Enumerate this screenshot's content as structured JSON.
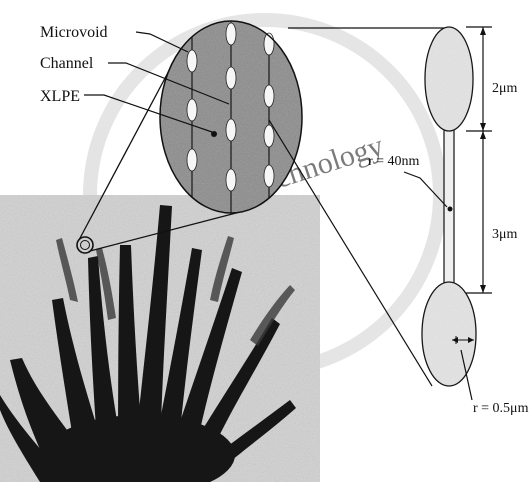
{
  "figure": {
    "labels": {
      "microvoid": "Microvoid",
      "channel": "Channel",
      "xlpe": "XLPE",
      "dim_top": "2μm",
      "dim_mid": "3μm",
      "radius_channel": "r = 40nm",
      "radius_void": "r = 0.5μm"
    },
    "watermark": {
      "text": "Institute of Technology",
      "color": "#c9c9c9"
    },
    "colors": {
      "ink": "#111111",
      "photo_background": "#d4d4d4",
      "tree_dark": "#161616",
      "circle_fill": "#8a8a8a",
      "void_fill": "#f6f6f6",
      "ellipse_fill": "#e4e4e4"
    }
  }
}
